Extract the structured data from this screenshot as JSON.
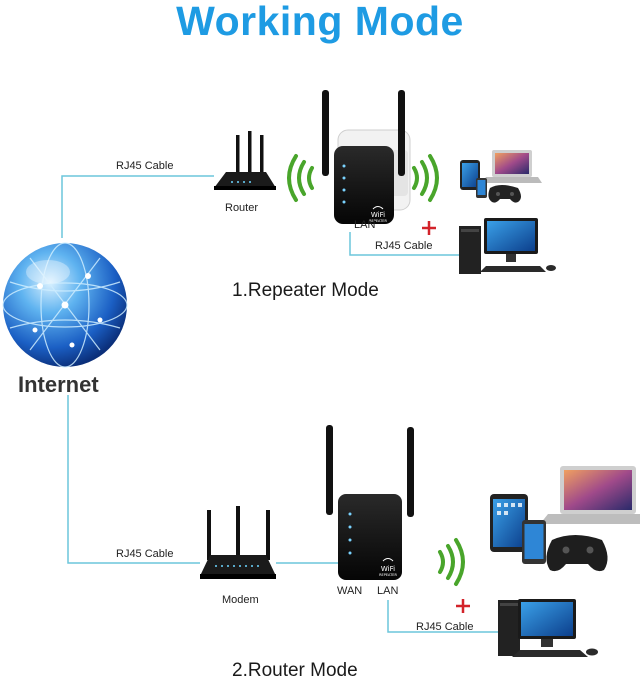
{
  "title": "Working Mode",
  "internet": {
    "label": "Internet"
  },
  "repeater": {
    "caption": "1.Repeater Mode",
    "cable1_label": "RJ45 Cable",
    "router_label": "Router",
    "lan_label": "LAN",
    "cable2_label": "RJ45 Cable"
  },
  "router_mode": {
    "caption": "2.Router Mode",
    "cable1_label": "RJ45 Cable",
    "modem_label": "Modem",
    "wan_label": "WAN",
    "lan_label": "LAN",
    "cable2_label": "RJ45 Cable"
  },
  "device_badge": {
    "line1": "WiFi",
    "line2": "REPEATER"
  },
  "colors": {
    "title": "#1e9be3",
    "cable": "#6cc6dc",
    "wifi_wave": "#49a52b",
    "plus": "#d3232a",
    "globe": "#2a7fd6"
  }
}
